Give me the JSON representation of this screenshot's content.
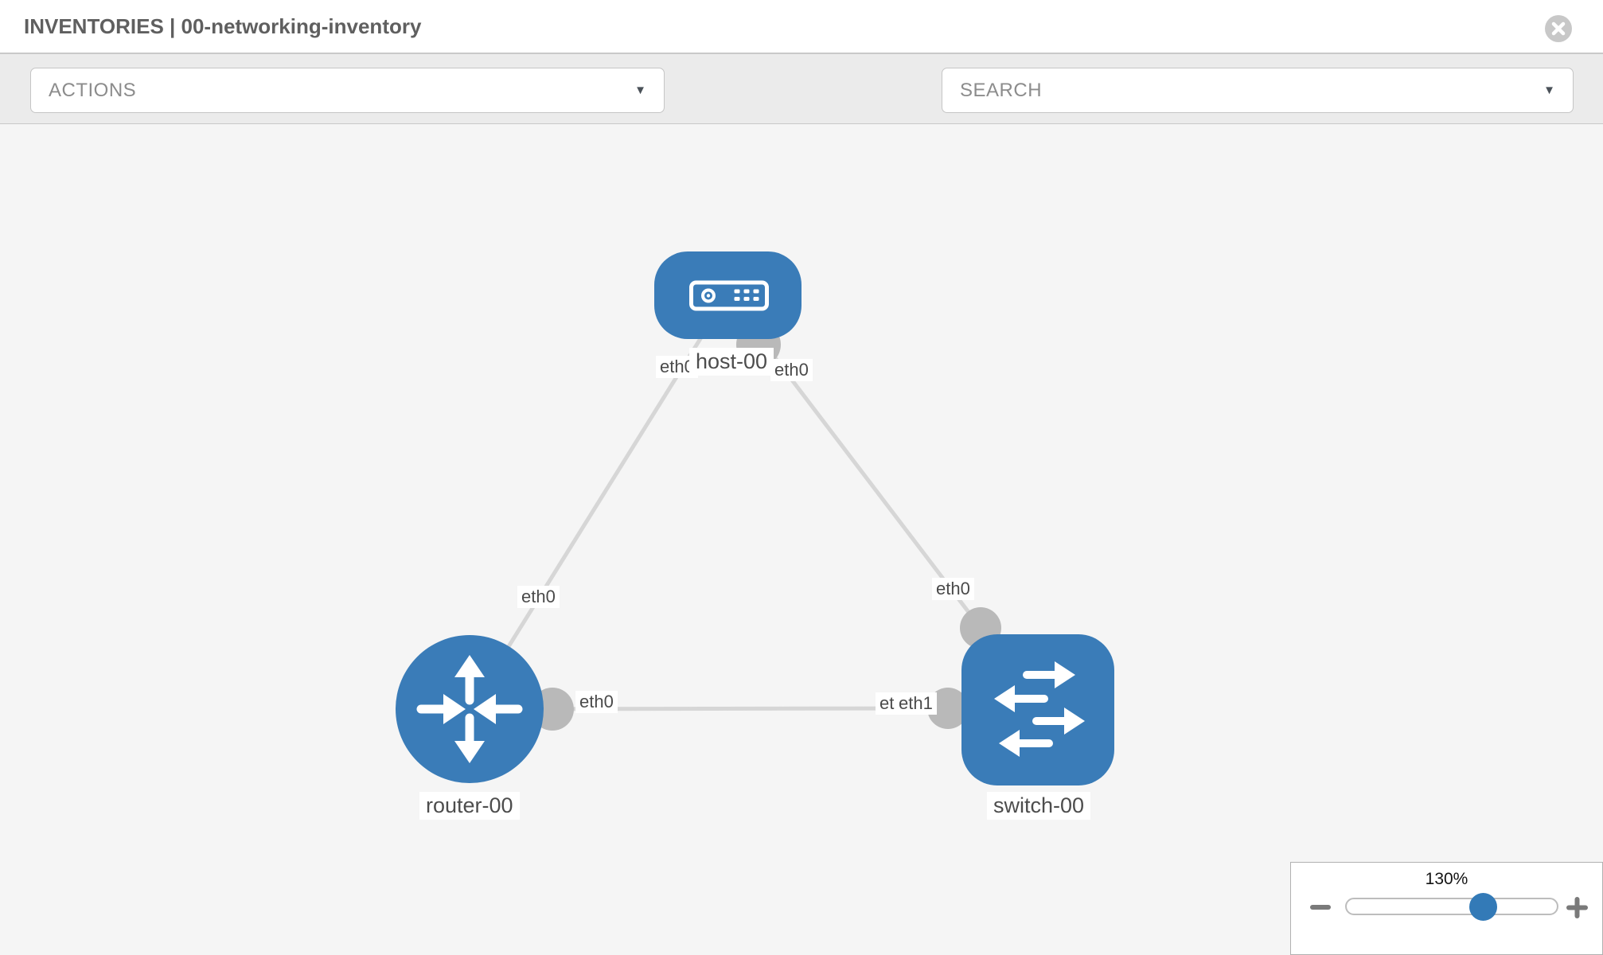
{
  "header": {
    "title": "INVENTORIES | 00-networking-inventory",
    "close_icon": "x-circle"
  },
  "toolbar": {
    "actions_label": "ACTIONS",
    "search_label": "SEARCH",
    "caret_glyph": "▼",
    "icons": [
      "wrench-icon",
      "key-icon"
    ]
  },
  "topology": {
    "nodes": [
      {
        "id": "host-00",
        "label": "host-00",
        "type": "host"
      },
      {
        "id": "router-00",
        "label": "router-00",
        "type": "router"
      },
      {
        "id": "switch-00",
        "label": "switch-00",
        "type": "switch"
      }
    ],
    "links": [
      {
        "from": "router-00",
        "from_interface": "eth0",
        "to": "host-00",
        "to_interface": "eth0"
      },
      {
        "from": "host-00",
        "from_interface": "eth0",
        "to": "switch-00",
        "to_interface": "eth0"
      },
      {
        "from": "router-00",
        "from_interface": "eth0",
        "to": "switch-00",
        "to_interface": "eth1"
      }
    ],
    "eth_labels": {
      "host_left": "eth0",
      "host_right": "eth0",
      "link_router_host": "eth0",
      "link_host_switch": "eth0",
      "router_right": "eth0",
      "switch_left_back": "eth0",
      "switch_left_front": "eth1"
    }
  },
  "zoom_control": {
    "value": "130%",
    "percent": 130
  },
  "colors": {
    "node_blue": "#3a7cb8",
    "link_gray": "#d6d6d6",
    "interface_gray": "#b9b9b9",
    "canvas_bg": "#f5f5f5",
    "toolbar_bg": "#ebebeb",
    "slider_thumb": "#337ab7"
  }
}
